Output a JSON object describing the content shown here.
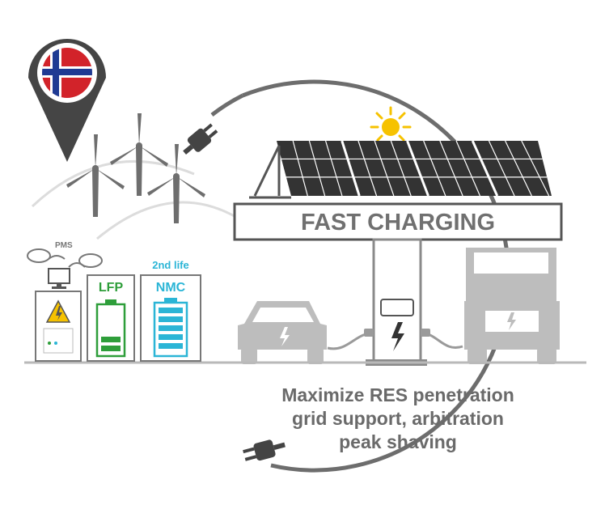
{
  "station": {
    "title": "FAST CHARGING"
  },
  "storage": {
    "pms_label": "PMS",
    "lfp_label": "LFP",
    "nmc_label": "NMC",
    "second_life_label": "2nd life"
  },
  "caption": {
    "line1": "Maximize RES penetration",
    "line2": "grid support, arbitration",
    "line3": "peak shaving"
  },
  "colors": {
    "grey": "#707070",
    "light_grey": "#bdbdbd",
    "green": "#2e9e3a",
    "cyan": "#2bb5d6",
    "flag_red": "#d2232a",
    "flag_blue": "#1f3a93",
    "sun": "#f6c200"
  }
}
